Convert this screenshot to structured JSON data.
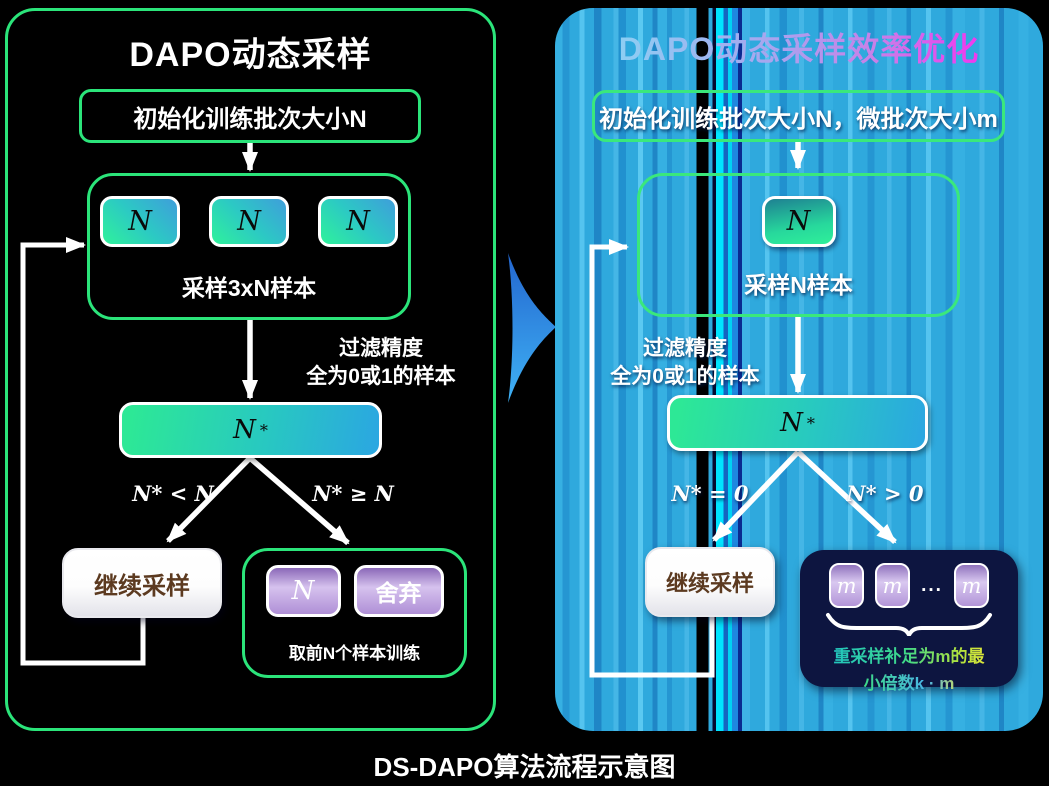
{
  "caption": "DS-DAPO算法流程示意图",
  "left": {
    "title": "DAPO动态采样",
    "init_label": "初始化训练批次大小N",
    "units": [
      "N",
      "N",
      "N"
    ],
    "sample_label": "采样3xN样本",
    "filter_line1": "过滤精度",
    "filter_line2": "全为0或1的样本",
    "nstar_base": "N",
    "nstar_sup": "*",
    "branch_left": "N* < N",
    "branch_right": "N* ≥ N",
    "continue_label": "继续采样",
    "keep_unit": "N",
    "discard_unit": "舍弃",
    "result_label": "取前N个样本训练"
  },
  "right": {
    "title": "DAPO动态采样效率优化",
    "init_label": "初始化训练批次大小N，微批次大小m",
    "unit": "N",
    "sample_label": "采样N样本",
    "filter_line1": "过滤精度",
    "filter_line2": "全为0或1的样本",
    "nstar_base": "N",
    "nstar_sup": "*",
    "branch_left": "N* = 0",
    "branch_right": "N* > 0",
    "continue_label": "继续采样",
    "micro_units": [
      "m",
      "m",
      "m"
    ],
    "ellipsis": "...",
    "resample_line1": "重采样补足为m的最",
    "resample_line2": "小倍数k · m"
  },
  "colors": {
    "panel_border_green": "#2be47a",
    "stripe_base_blue": "#2fa9dd",
    "title_gradient_start": "#8ecdf3",
    "title_gradient_end": "#ee3bee",
    "unit_gradient_green": "#2ff29b",
    "unit_gradient_blue": "#3f9edb",
    "purple_unit": "#b295d8",
    "continue_text_brown": "#5c3a20",
    "dark_box_navy": "#0d1540",
    "transition_arrow_blue": "#2e8ee4"
  }
}
